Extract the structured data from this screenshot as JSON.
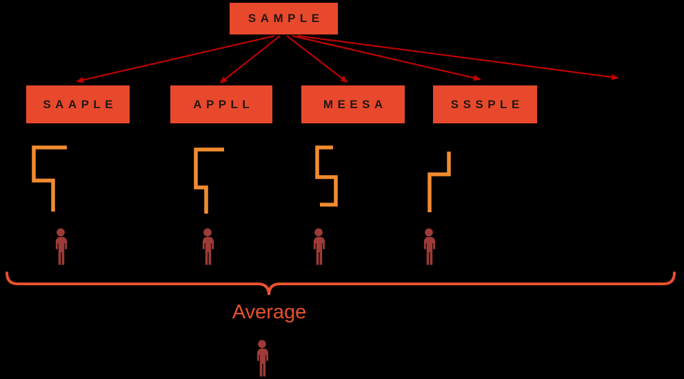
{
  "root_box": {
    "label": "SAMPLE"
  },
  "sample_boxes": [
    {
      "label": "SAAPLE"
    },
    {
      "label": "APPLL"
    },
    {
      "label": "MEESA"
    },
    {
      "label": "SSSPLE"
    }
  ],
  "average": {
    "label": "Average"
  },
  "icons": {
    "person": "person-silhouette-icon",
    "connector": "zigzag-connector",
    "brace": "horizontal-curly-brace"
  },
  "colors": {
    "background": "#000000",
    "box_fill": "#E8492D",
    "box_text": "#241712",
    "arrow": "#C00000",
    "connector": "#F28B30",
    "person": "#9C3B38",
    "brace": "#E8502E",
    "average_text": "#E8502E"
  }
}
